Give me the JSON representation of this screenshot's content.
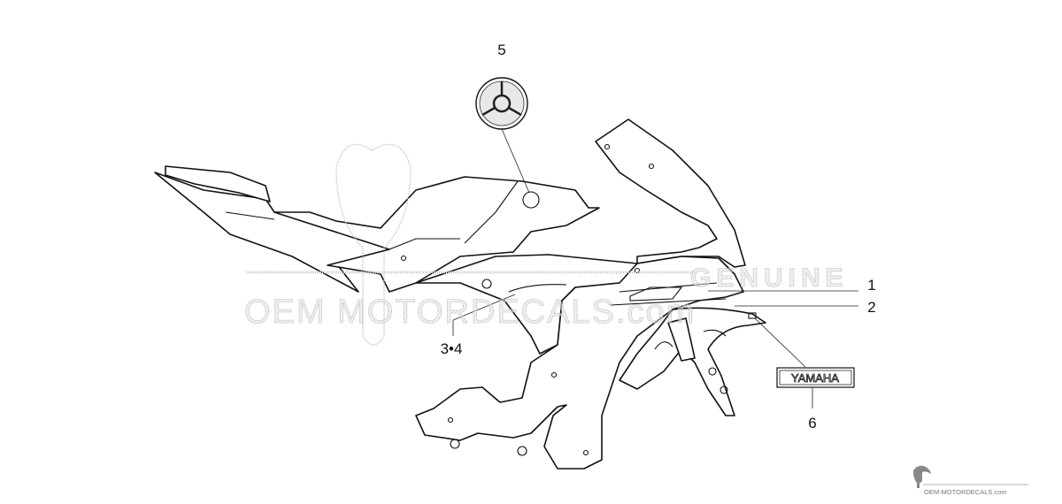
{
  "callouts": {
    "c1": "1",
    "c2": "2",
    "c34": "3•4",
    "c5": "5",
    "c6": "6"
  },
  "decal_label": "YAMAHA",
  "watermark": {
    "line1": "GENUINE",
    "line2": "OEM MOTORDECALS.com",
    "footer_logo": "OEM-MOTORDECALS.com"
  },
  "colors": {
    "line": "#111111",
    "watermark": "#c8c8c8"
  }
}
